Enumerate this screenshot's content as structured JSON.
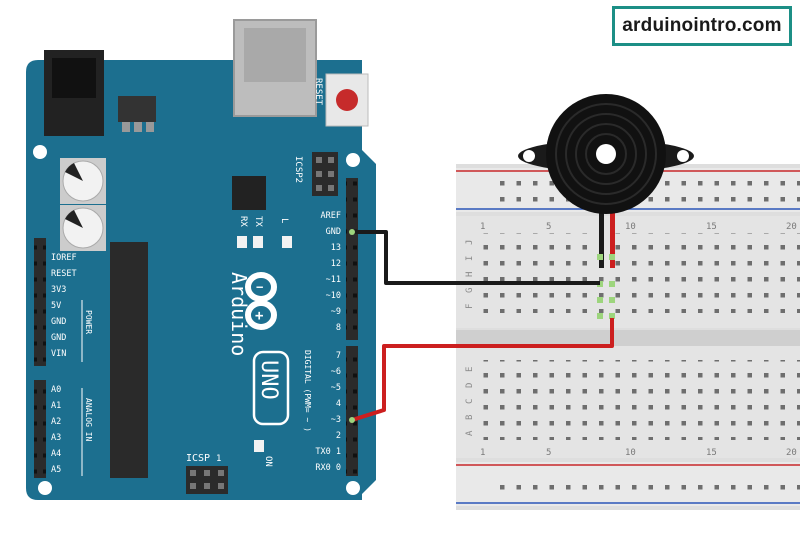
{
  "watermark": {
    "text": "arduinointro.com",
    "color": "#1c8f86"
  },
  "board": {
    "name": "Arduino",
    "model": "UNO",
    "color": "#1c6f8f",
    "reset_label": "RESET",
    "icsp2_label": "ICSP2",
    "icsp_label": "ICSP",
    "icsp_pin_number": "1",
    "on_label": "ON",
    "rx_label": "RX",
    "tx_label": "TX",
    "l_label": "L",
    "digital_label": "DIGITAL (PWM= ~ )",
    "power_label": "POWER",
    "analog_label": "ANALOG IN",
    "power_pins": [
      "IOREF",
      "RESET",
      "3V3",
      "5V",
      "GND",
      "GND",
      "VIN"
    ],
    "analog_pins": [
      "A0",
      "A1",
      "A2",
      "A3",
      "A4",
      "A5"
    ],
    "top_header_pins": [
      "AREF",
      "GND",
      "13",
      "12",
      "~11",
      "~10",
      "~9",
      "8"
    ],
    "bottom_header_pins": [
      "7",
      "~6",
      "~5",
      "4",
      "~3",
      "2",
      "TX0 1",
      "RX0 0"
    ]
  },
  "breadboard": {
    "column_numbers": [
      "1",
      "5",
      "10",
      "15",
      "20"
    ],
    "upper_rows": [
      "J",
      "I",
      "H",
      "G",
      "F"
    ],
    "lower_rows": [
      "E",
      "D",
      "C",
      "B",
      "A"
    ]
  },
  "wiring": {
    "ground_wire_color": "#1a1a1a",
    "signal_wire_color": "#cc1f1f"
  }
}
